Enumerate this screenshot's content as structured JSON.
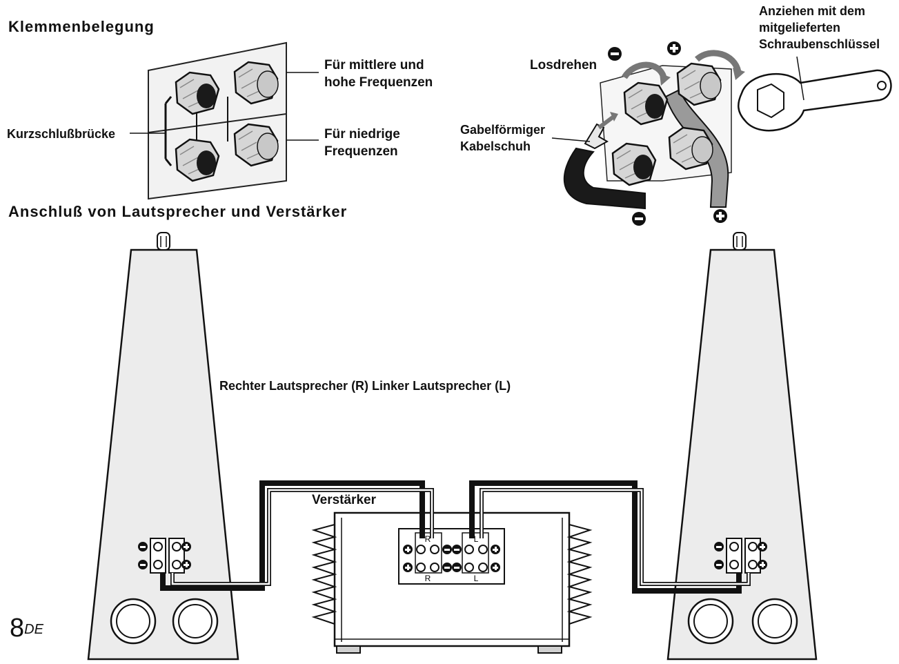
{
  "headings": {
    "terminals": "Klemmenbelegung",
    "connection": "Anschluß von Lautsprecher und Verstärker"
  },
  "terminal_labels": {
    "mid_high_1": "Für mittlere und",
    "mid_high_2": "hohe Frequenzen",
    "low_1": "Für niedrige",
    "low_2": "Frequenzen",
    "bridge": "Kurzschlußbrücke"
  },
  "wiring_labels": {
    "loosen": "Losdrehen",
    "wrench_1": "Anziehen mit dem",
    "wrench_2": "mitgelieferten",
    "wrench_3": "Schraubenschlüssel",
    "spade_1": "Gabelförmiger",
    "spade_2": "Kabelschuh"
  },
  "speakers": {
    "caption": "Rechter Lautsprecher (R) Linker Lautsprecher (L)"
  },
  "amplifier": {
    "label": "Verstärker",
    "channel_r": "R",
    "channel_l": "L"
  },
  "page": {
    "number": "8",
    "suffix": "DE"
  },
  "colors": {
    "line": "#111111",
    "panel": "#e6e6e6",
    "screw_light": "#cfcfcf",
    "screw_dark": "#1a1a1a",
    "cable_grey": "#8a8a8a"
  }
}
